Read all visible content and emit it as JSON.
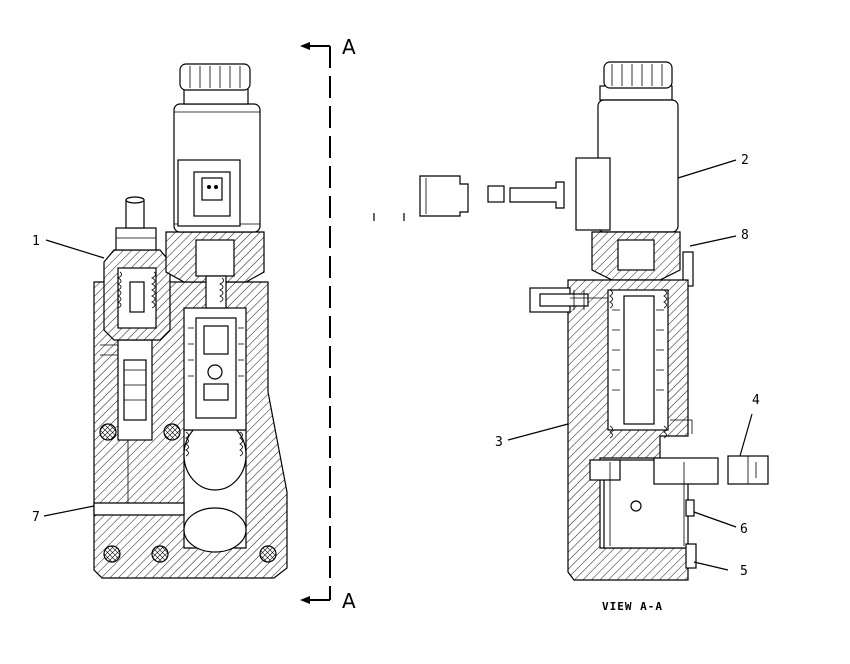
{
  "section_labels": {
    "top": "A",
    "bottom": "A"
  },
  "view_caption": "VIEW A-A",
  "callouts": [
    "1",
    "2",
    "3",
    "4",
    "5",
    "6",
    "7",
    "8"
  ]
}
